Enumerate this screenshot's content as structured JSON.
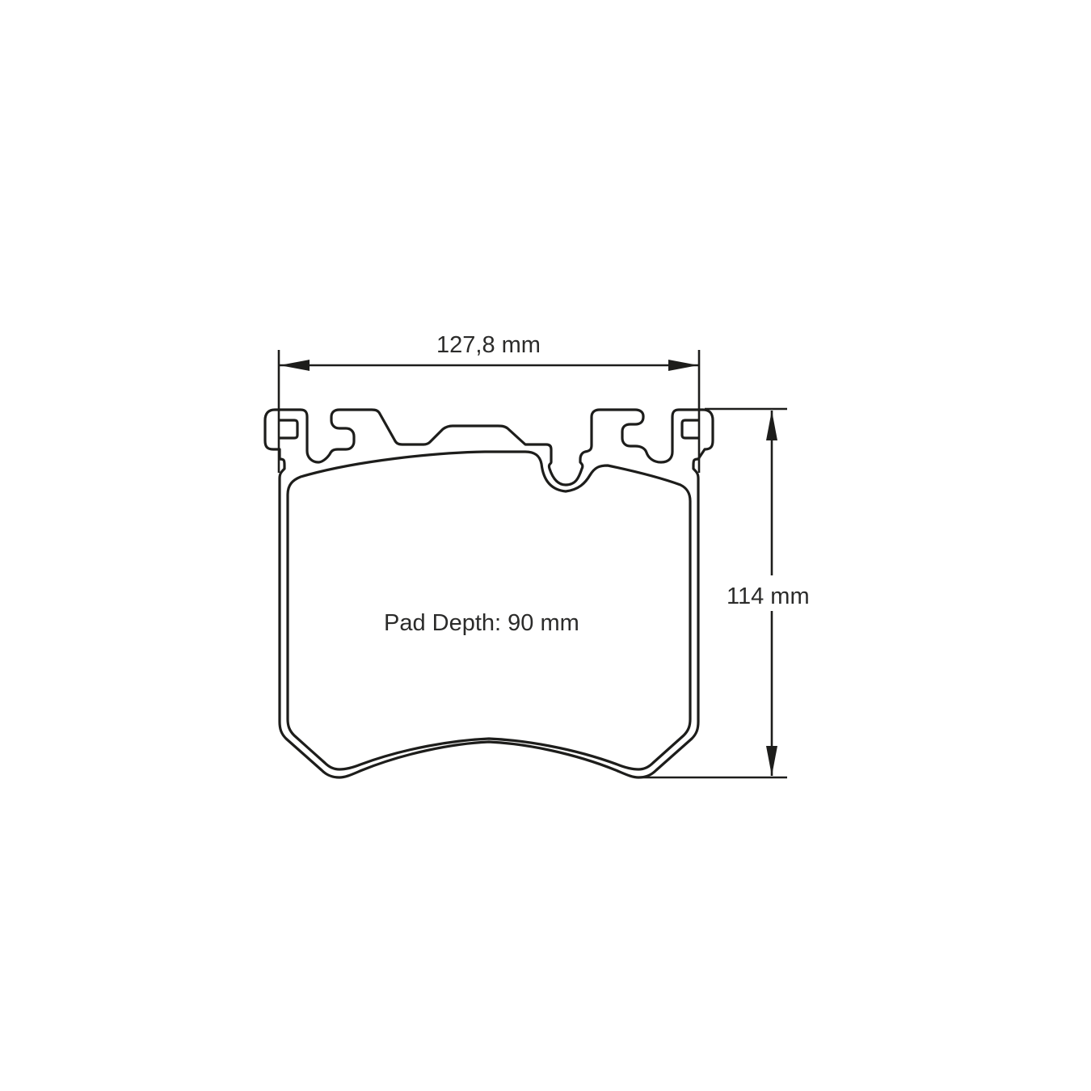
{
  "diagram": {
    "subject": "Brake pad technical drawing",
    "line_color": "#1d1d1b",
    "text_color": "#2b2b2a",
    "background_color": "#ffffff",
    "dimensions": {
      "width_label": "127,8 mm",
      "height_label": "114 mm",
      "pad_depth_label": "Pad Depth: 90 mm"
    }
  }
}
